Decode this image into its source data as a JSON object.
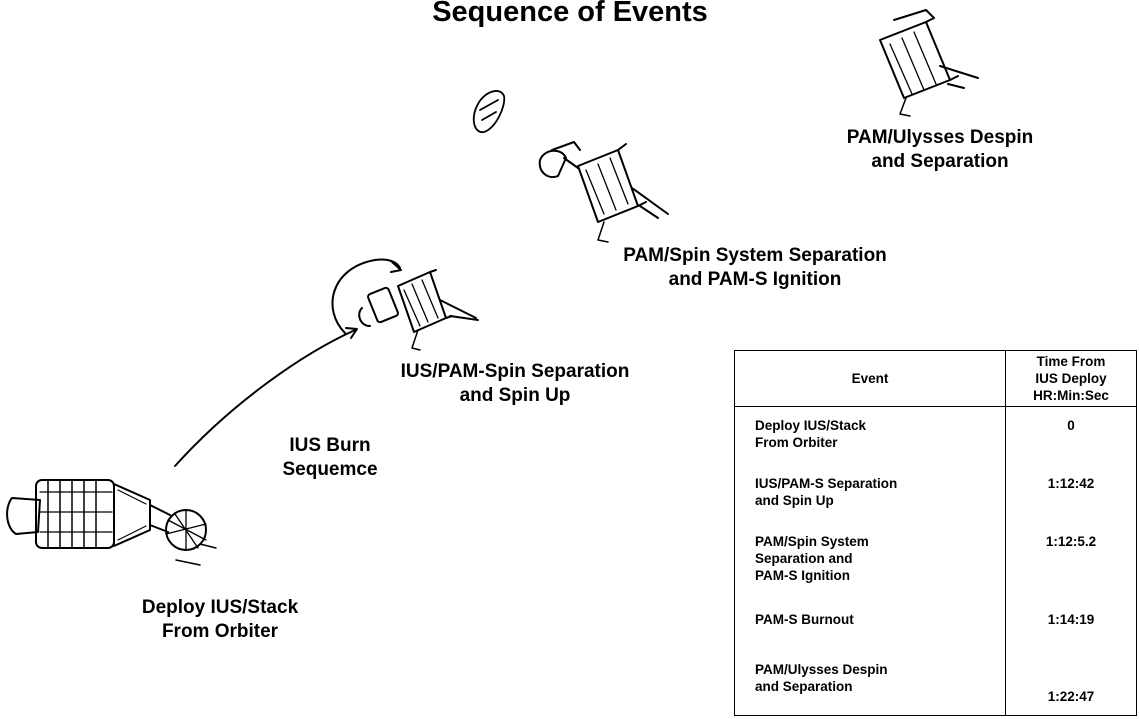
{
  "title": "Sequence of Events",
  "labels": {
    "ulysses": [
      "PAM/Ulysses Despin",
      "and Separation"
    ],
    "spin_sys": [
      "PAM/Spin System Separation",
      "and PAM-S Ignition"
    ],
    "ius_pam": [
      "IUS/PAM-Spin Separation",
      "and Spin Up"
    ],
    "burn": [
      "IUS Burn",
      "Sequemce"
    ],
    "deploy": [
      "Deploy IUS/Stack",
      "From Orbiter"
    ]
  },
  "table": {
    "headers": {
      "event": "Event",
      "time": [
        "Time From",
        "IUS Deploy",
        "HR:Min:Sec"
      ]
    },
    "rows": [
      {
        "event": [
          "Deploy IUS/Stack",
          "From Orbiter"
        ],
        "time": "0"
      },
      {
        "event": [
          "IUS/PAM-S Separation",
          "and Spin Up"
        ],
        "time": "1:12:42"
      },
      {
        "event": [
          "PAM/Spin System",
          "Separation and",
          "PAM-S Ignition"
        ],
        "time": "1:12:5.2"
      },
      {
        "event": [
          "PAM-S Burnout"
        ],
        "time": "1:14:19"
      },
      {
        "event": [
          "PAM/Ulysses Despin",
          "and Separation"
        ],
        "time": "1:22:47"
      }
    ]
  },
  "icons": [
    "orbiter-stack-icon",
    "spacecraft-icon",
    "spin-arrow-icon",
    "burn-trajectory-icon",
    "jettisoned-debris-icon"
  ],
  "colors": {
    "ink": "#000000",
    "paper": "#ffffff"
  }
}
